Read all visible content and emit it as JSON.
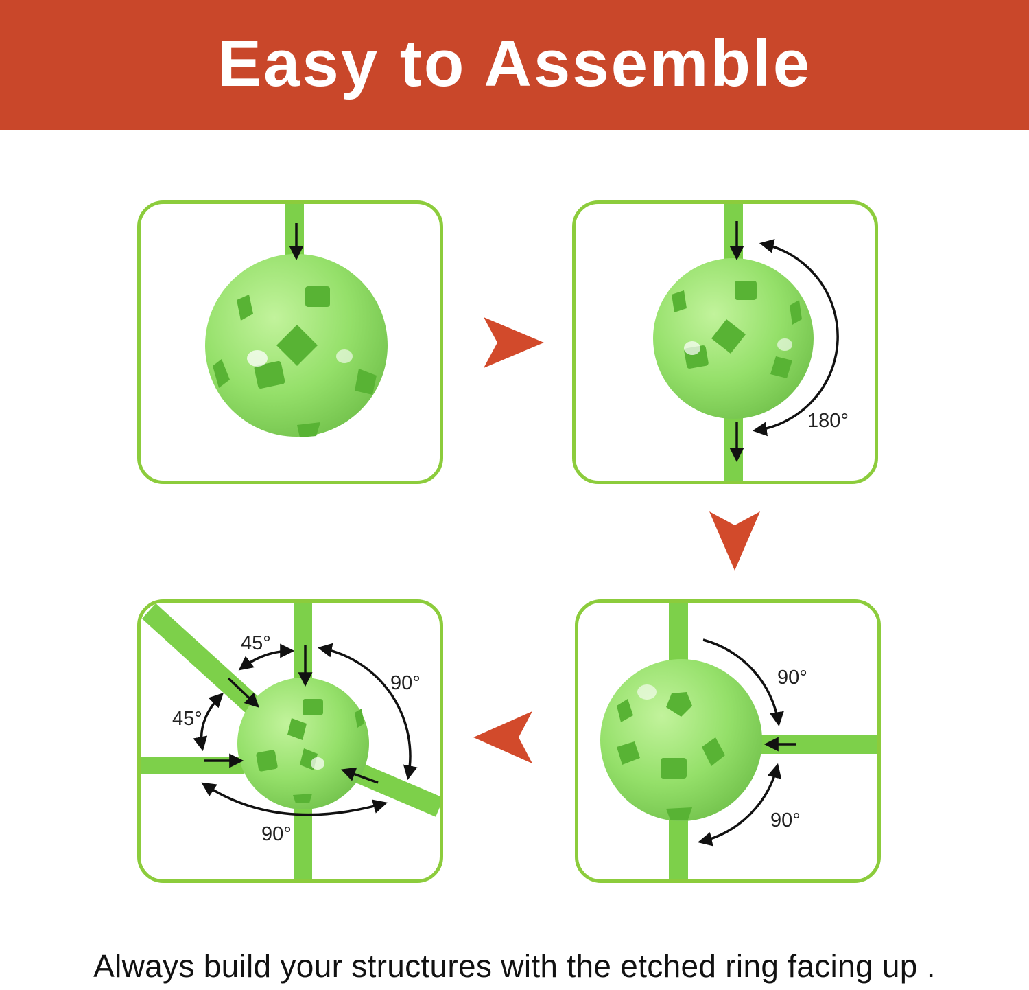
{
  "header": {
    "title": "Easy to Assemble"
  },
  "steps": [
    {
      "id": 1,
      "angles": []
    },
    {
      "id": 2,
      "angles": [
        "180°"
      ]
    },
    {
      "id": 3,
      "angles": [
        "90°",
        "90°"
      ]
    },
    {
      "id": 4,
      "angles": [
        "45°",
        "45°",
        "90°",
        "90°"
      ]
    }
  ],
  "flow_arrows": [
    "right",
    "down",
    "left"
  ],
  "colors": {
    "banner": "#c9472a",
    "panel_border": "#8ccc3c",
    "ball": "#92df66",
    "stick": "#7dd04a",
    "flow_arrow": "#d24a2b"
  },
  "footer": {
    "caption": "Always build your structures with the etched ring facing up ."
  }
}
